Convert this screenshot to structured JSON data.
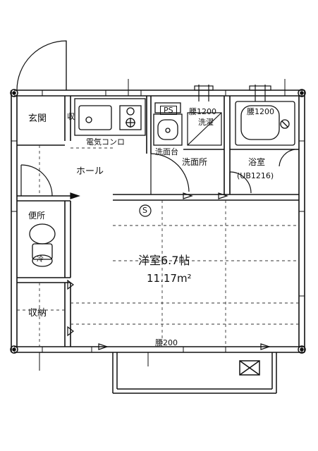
{
  "rooms": {
    "entrance": "玄関",
    "shoe_box": "収",
    "stove": "電気コンロ",
    "pipe_space": "PS",
    "laundry_window": "腰1200",
    "laundry": "洗濯",
    "bath_window": "腰1200",
    "vanity": "洗面台",
    "washroom": "洗面所",
    "bathroom": "浴室",
    "bath_unit": "(UB1216)",
    "hall": "ホール",
    "toilet": "便所",
    "western_room": "洋室6.7帖",
    "area": "11.17m²",
    "storage": "収納",
    "balcony_window": "腰200",
    "sensor": "S",
    "fridge_mark": "冷"
  }
}
